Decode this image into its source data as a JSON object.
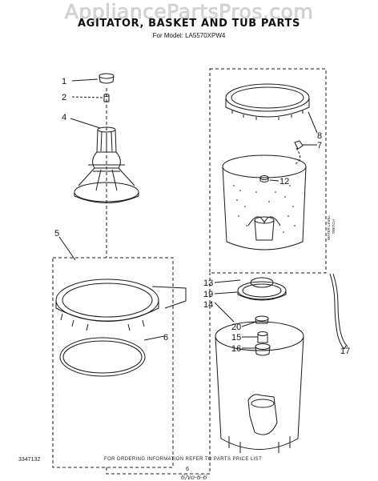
{
  "watermark": "AppliancePartsPros.com",
  "title": "AGITATOR, BASKET AND TUB PARTS",
  "model": "For Model: LA5570XPW4",
  "footer_note": "FOR ORDERING INFORMATION REFER TO PARTS PRICE LIST",
  "doc_number": "3347132",
  "page_number": "6",
  "signature": "6/vo-6-6",
  "side_label_1": "WATER LEVEL",
  "side_label_2": "SWITCH",
  "callouts": [
    "1",
    "2",
    "4",
    "5",
    "6",
    "8",
    "7",
    "12",
    "13",
    "19",
    "14",
    "20",
    "15",
    "16",
    "17"
  ],
  "colors": {
    "line": "#1a1a1a",
    "watermark": "#d6d6d6"
  }
}
